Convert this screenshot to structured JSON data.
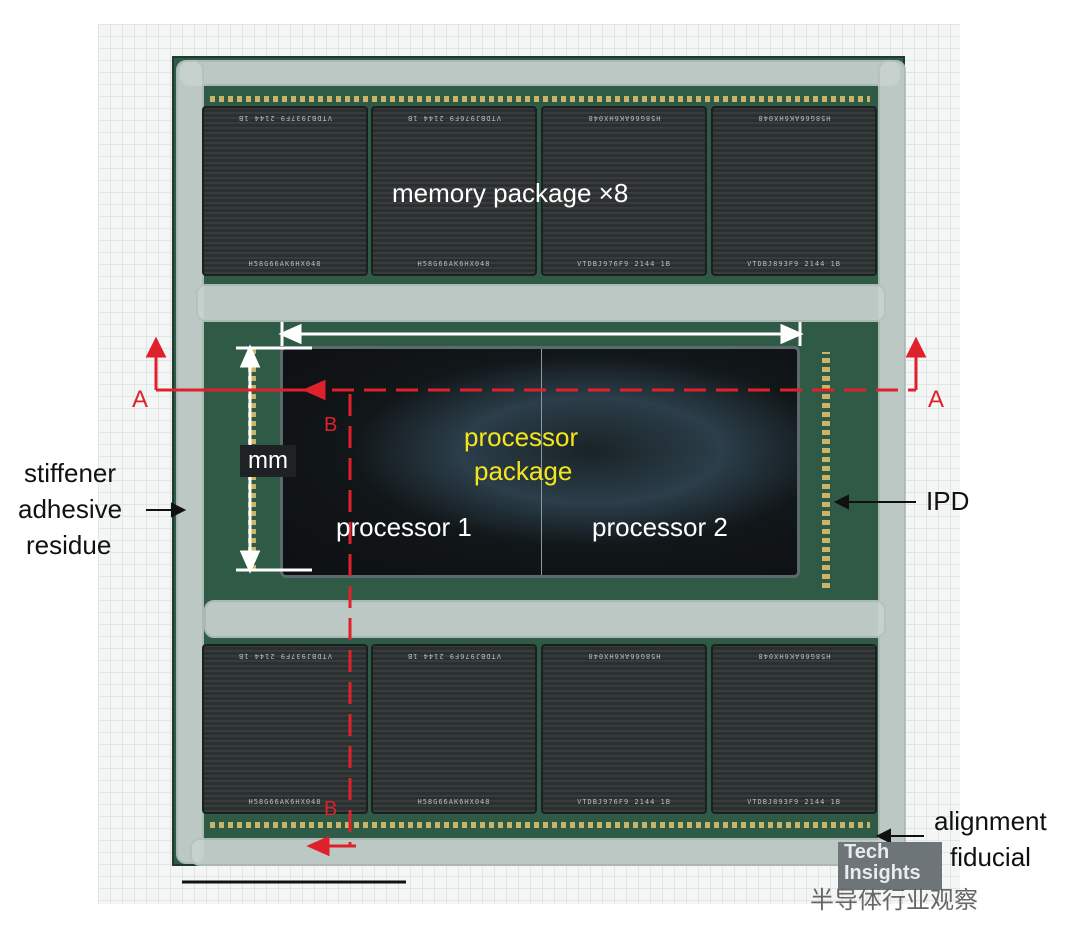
{
  "labels": {
    "memory": "memory package ×8",
    "processor_package_line1": "processor",
    "processor_package_line2": "package",
    "processor1": "processor 1",
    "processor2": "processor 2",
    "stiffener_line1": "stiffener",
    "stiffener_line2": "adhesive",
    "stiffener_line3": "residue",
    "ipd": "IPD",
    "alignment_line1": "alignment",
    "alignment_line2": "fiducial",
    "mm": "mm",
    "section_a_left": "A",
    "section_a_right": "A",
    "section_b_top": "B",
    "section_b_bottom": "B"
  },
  "memory_markings": {
    "top_row": [
      {
        "top": "VTDBJ937F9 2144 1B",
        "bottom": "H58G66AK6HX048"
      },
      {
        "top": "VTDBJ976F9 2144 1B",
        "bottom": "H58G66AK6HX048"
      },
      {
        "top": "H58G66AK6HX048",
        "bottom": "VTDBJ976F9 2144 1B"
      },
      {
        "top": "H58G66AK6HX048",
        "bottom": "VTDBJ893F9 2144 1B"
      }
    ],
    "bottom_row": [
      {
        "top": "VTDBJ937F9 2144 1B",
        "bottom": "H58G66AK6HX048"
      },
      {
        "top": "VTDBJ976F9 2144 1B",
        "bottom": "H58G66AK6HX048"
      },
      {
        "top": "H58G66AK6HX048",
        "bottom": "VTDBJ976F9 2144 1B"
      },
      {
        "top": "H58G66AK6HX048",
        "bottom": "VTDBJ893F9 2144 1B"
      }
    ]
  },
  "logo": {
    "line1": "Tech",
    "line2": "Insights"
  },
  "watermark": "半导体行业观察",
  "colors": {
    "annotation_red": "#e0202a",
    "label_yellow": "#f5e51b",
    "substrate": "#2f5a45"
  }
}
